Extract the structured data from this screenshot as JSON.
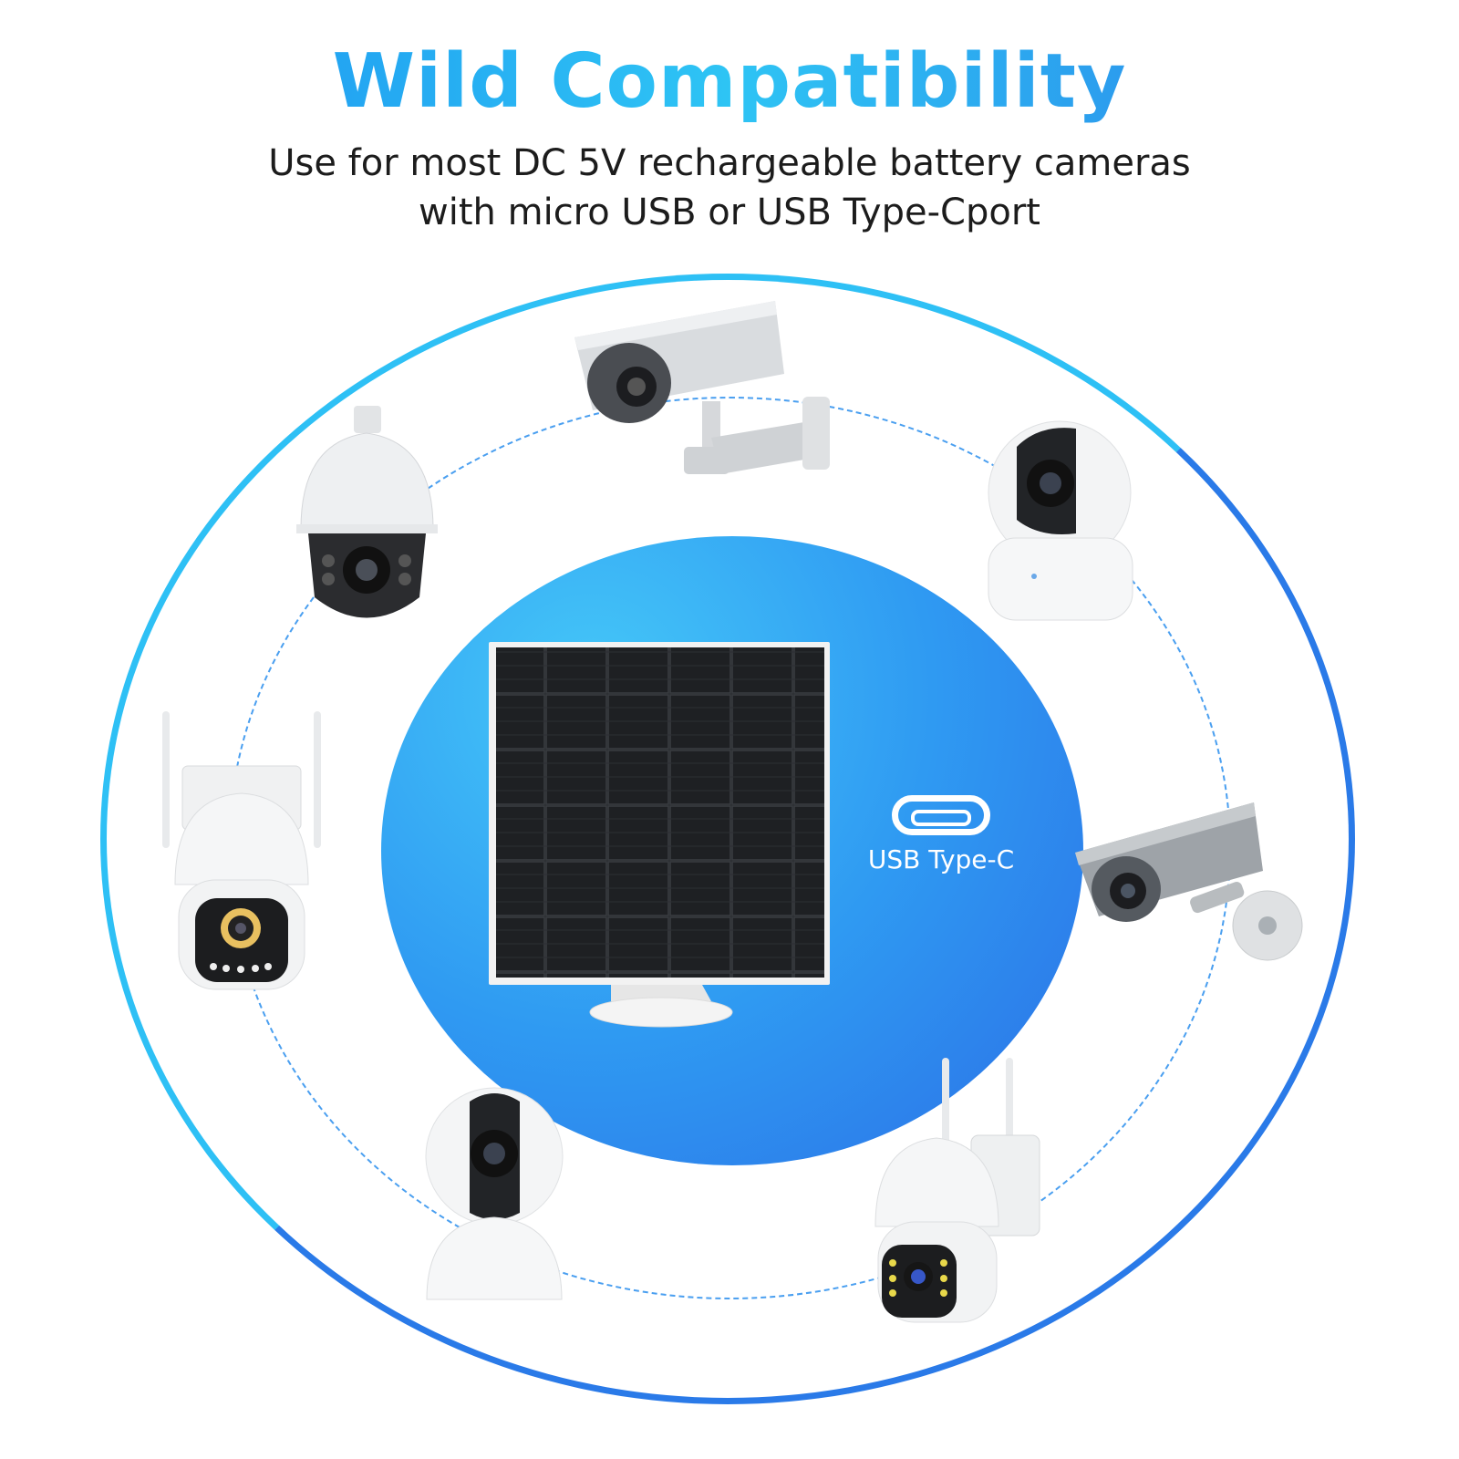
{
  "header": {
    "title": "Wild Compatibility",
    "subtitle_line1": "Use for most DC 5V rechargeable battery cameras",
    "subtitle_line2": "with micro USB or USB Type-Cport"
  },
  "center": {
    "product": "solar-panel",
    "port_label": "USB Type-C"
  },
  "cameras": [
    "bullet-camera-top",
    "ptz-dome-camera",
    "indoor-pan-tilt-camera-right",
    "wifi-ptz-camera-left",
    "bullet-camera-right",
    "indoor-pan-tilt-camera-bottom",
    "wifi-ptz-camera-bottom"
  ],
  "colors": {
    "accent": "#2a8ef0",
    "accent_light": "#2ec4f4",
    "text": "#1c1c1c"
  }
}
